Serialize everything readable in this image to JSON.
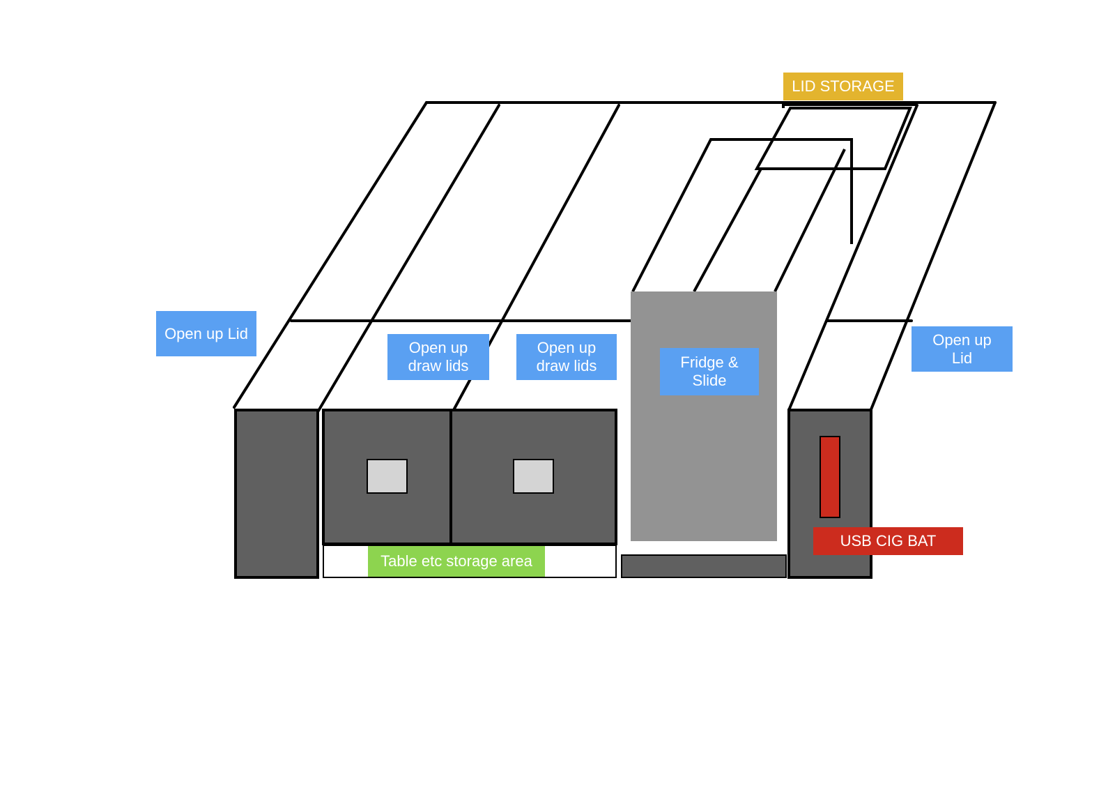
{
  "diagram": {
    "colors": {
      "outline": "#000000",
      "cabinet": "#606060",
      "fridge": "#939393",
      "handle": "#d4d4d4",
      "battery": "#cc2c1e",
      "label_blue": "#5aa0f2",
      "label_yellow": "#e3b42e",
      "label_green": "#8dd44f",
      "label_red": "#cc2c1e"
    },
    "labels": {
      "lid_storage": "LID STORAGE",
      "open_up_lid_left": "Open up Lid",
      "open_up_draw_lids_1": "Open up\ndraw lids",
      "open_up_draw_lids_2": "Open up\ndraw lids",
      "fridge_slide": "Fridge &\nSlide",
      "open_up_lid_right": "Open up\nLid",
      "table_storage": "Table etc storage area",
      "usb_cig_bat": "USB CIG BAT"
    }
  }
}
